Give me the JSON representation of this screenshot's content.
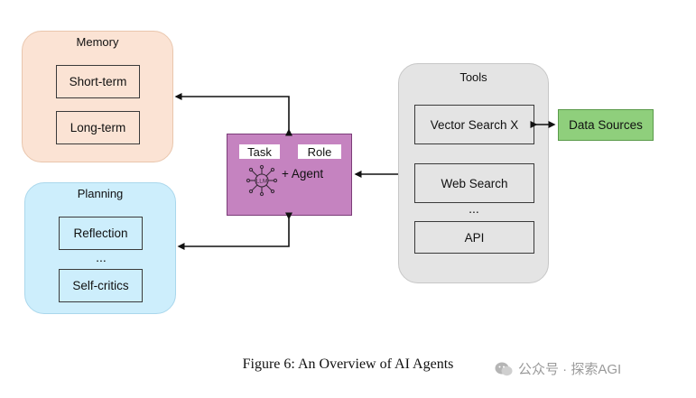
{
  "memory": {
    "title": "Memory",
    "items": [
      "Short-term",
      "Long-term"
    ]
  },
  "planning": {
    "title": "Planning",
    "items": [
      "Reflection",
      "Self-critics"
    ],
    "ellipsis": "..."
  },
  "agent": {
    "chips": [
      "Task",
      "Role"
    ],
    "llm_label": "LLM",
    "label": "+ Agent"
  },
  "tools": {
    "title": "Tools",
    "items": [
      "Vector Search X",
      "Web Search",
      "API"
    ],
    "ellipsis": "..."
  },
  "data_sources": {
    "label": "Data Sources"
  },
  "caption": "Figure 6: An Overview of AI Agents",
  "watermark": {
    "text": "公众号 · 探索AGI",
    "icon": "wechat-icon"
  },
  "colors": {
    "memory_bg": "#fbe3d4",
    "planning_bg": "#cdeefc",
    "tools_bg": "#e4e4e4",
    "agent_bg": "#c583c0",
    "data_sources_bg": "#8fcf7c"
  }
}
